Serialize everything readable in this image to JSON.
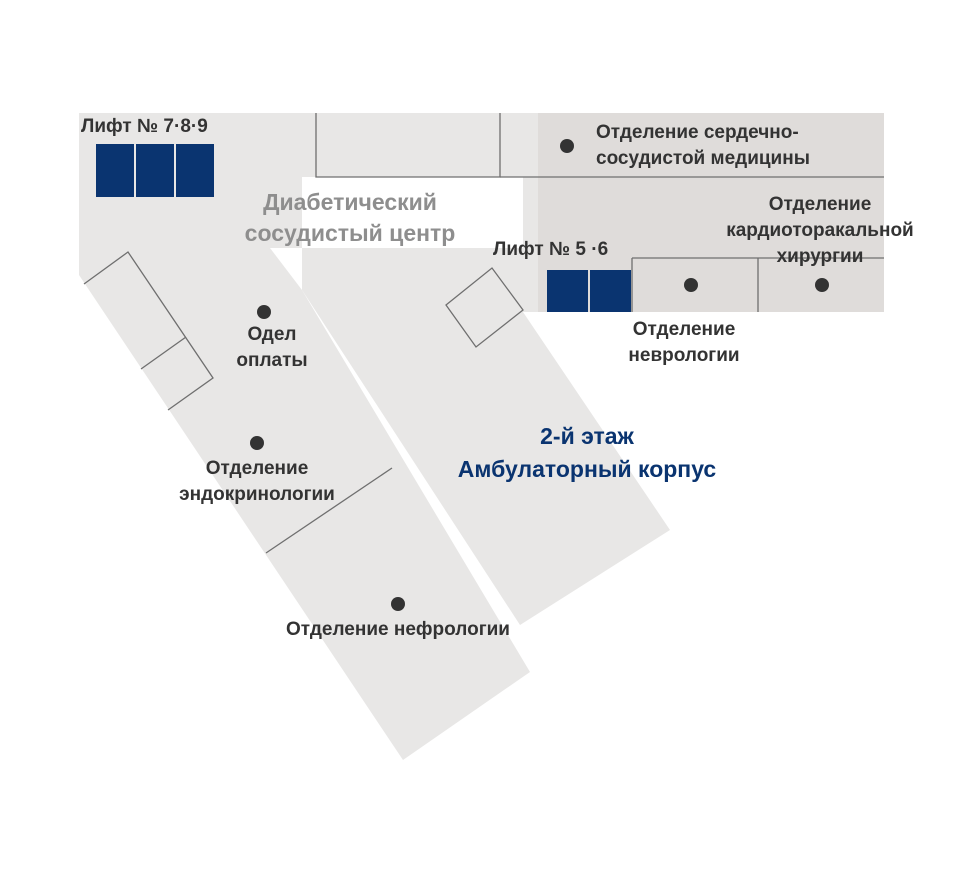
{
  "colors": {
    "floor": "#e8e7e6",
    "floor_dark": "#dfdcda",
    "wall": "#6f6f6f",
    "elevator": "#0a3470",
    "marker": "#333333",
    "title": "#0a3470",
    "zone_label": "#8e8e8e"
  },
  "floor_title": {
    "line1": "2-й этаж",
    "line2": "Амбулаторный корпус"
  },
  "zone": {
    "line1": "Диабетический",
    "line2": "сосудистый центр"
  },
  "elevators": [
    {
      "label": "Лифт № 7·8·9",
      "cars": 3
    },
    {
      "label": "Лифт № 5 ·6",
      "cars": 2
    }
  ],
  "departments": [
    {
      "line1": "Отделение сердечно-",
      "line2": "сосудистой медицины"
    },
    {
      "line1": "Отделение",
      "line2": "кардиоторакальной",
      "line3": "хирургии"
    },
    {
      "line1": "Отделение",
      "line2": "неврологии"
    },
    {
      "line1": "Одел",
      "line2": "оплаты"
    },
    {
      "line1": "Отделение",
      "line2": "эндокринологии"
    },
    {
      "line1": "Отделение нефрологии"
    }
  ]
}
